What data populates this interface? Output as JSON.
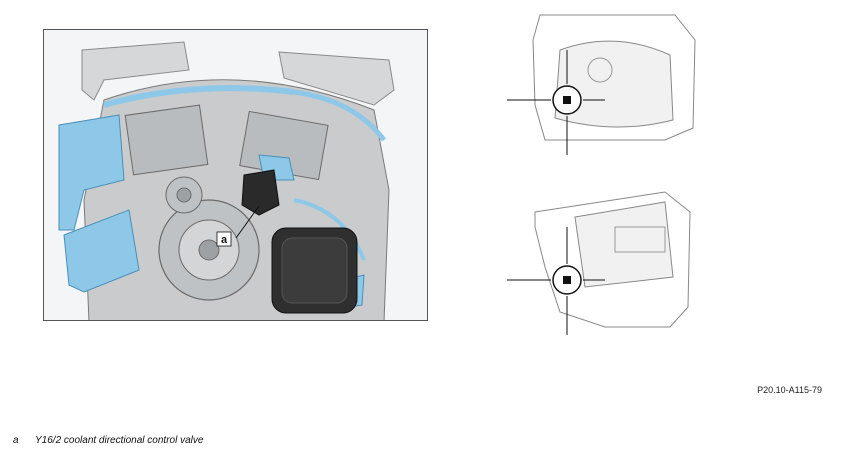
{
  "figure": {
    "callout_label": "a"
  },
  "reference_code": "P20.10-A115-79",
  "legend": [
    {
      "key": "a",
      "text": "Y16/2 coolant directional control valve"
    }
  ],
  "colors": {
    "highlight_blue": "#8ec8e8",
    "metal_gray": "#c9cbcd",
    "dark_part": "#2a2a2a",
    "outline": "#6a6a6a"
  }
}
